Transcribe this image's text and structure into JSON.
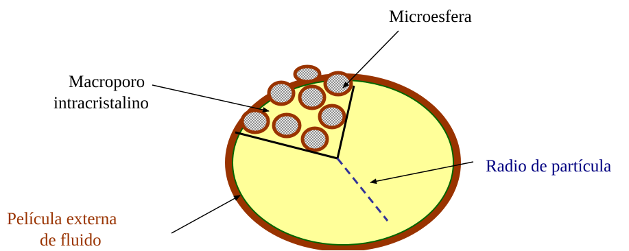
{
  "colors": {
    "outer_ring": "#993300",
    "particle_fill": "#ffff99",
    "particle_edge": "#006600",
    "microsphere_ring": "#993300",
    "microsphere_fill": "#c0c0c0",
    "radius_line": "#333399",
    "label_black": "#000000",
    "label_navy": "#000080",
    "label_brown": "#993300"
  },
  "labels": {
    "microesfera": "Microesfera",
    "macroporo_line1": "Macroporo",
    "macroporo_line2": "intracristalino",
    "radio": "Radio de partícula",
    "pelicula_line1": "Película externa",
    "pelicula_line2": "de fluido"
  },
  "microsphere_count": 8
}
